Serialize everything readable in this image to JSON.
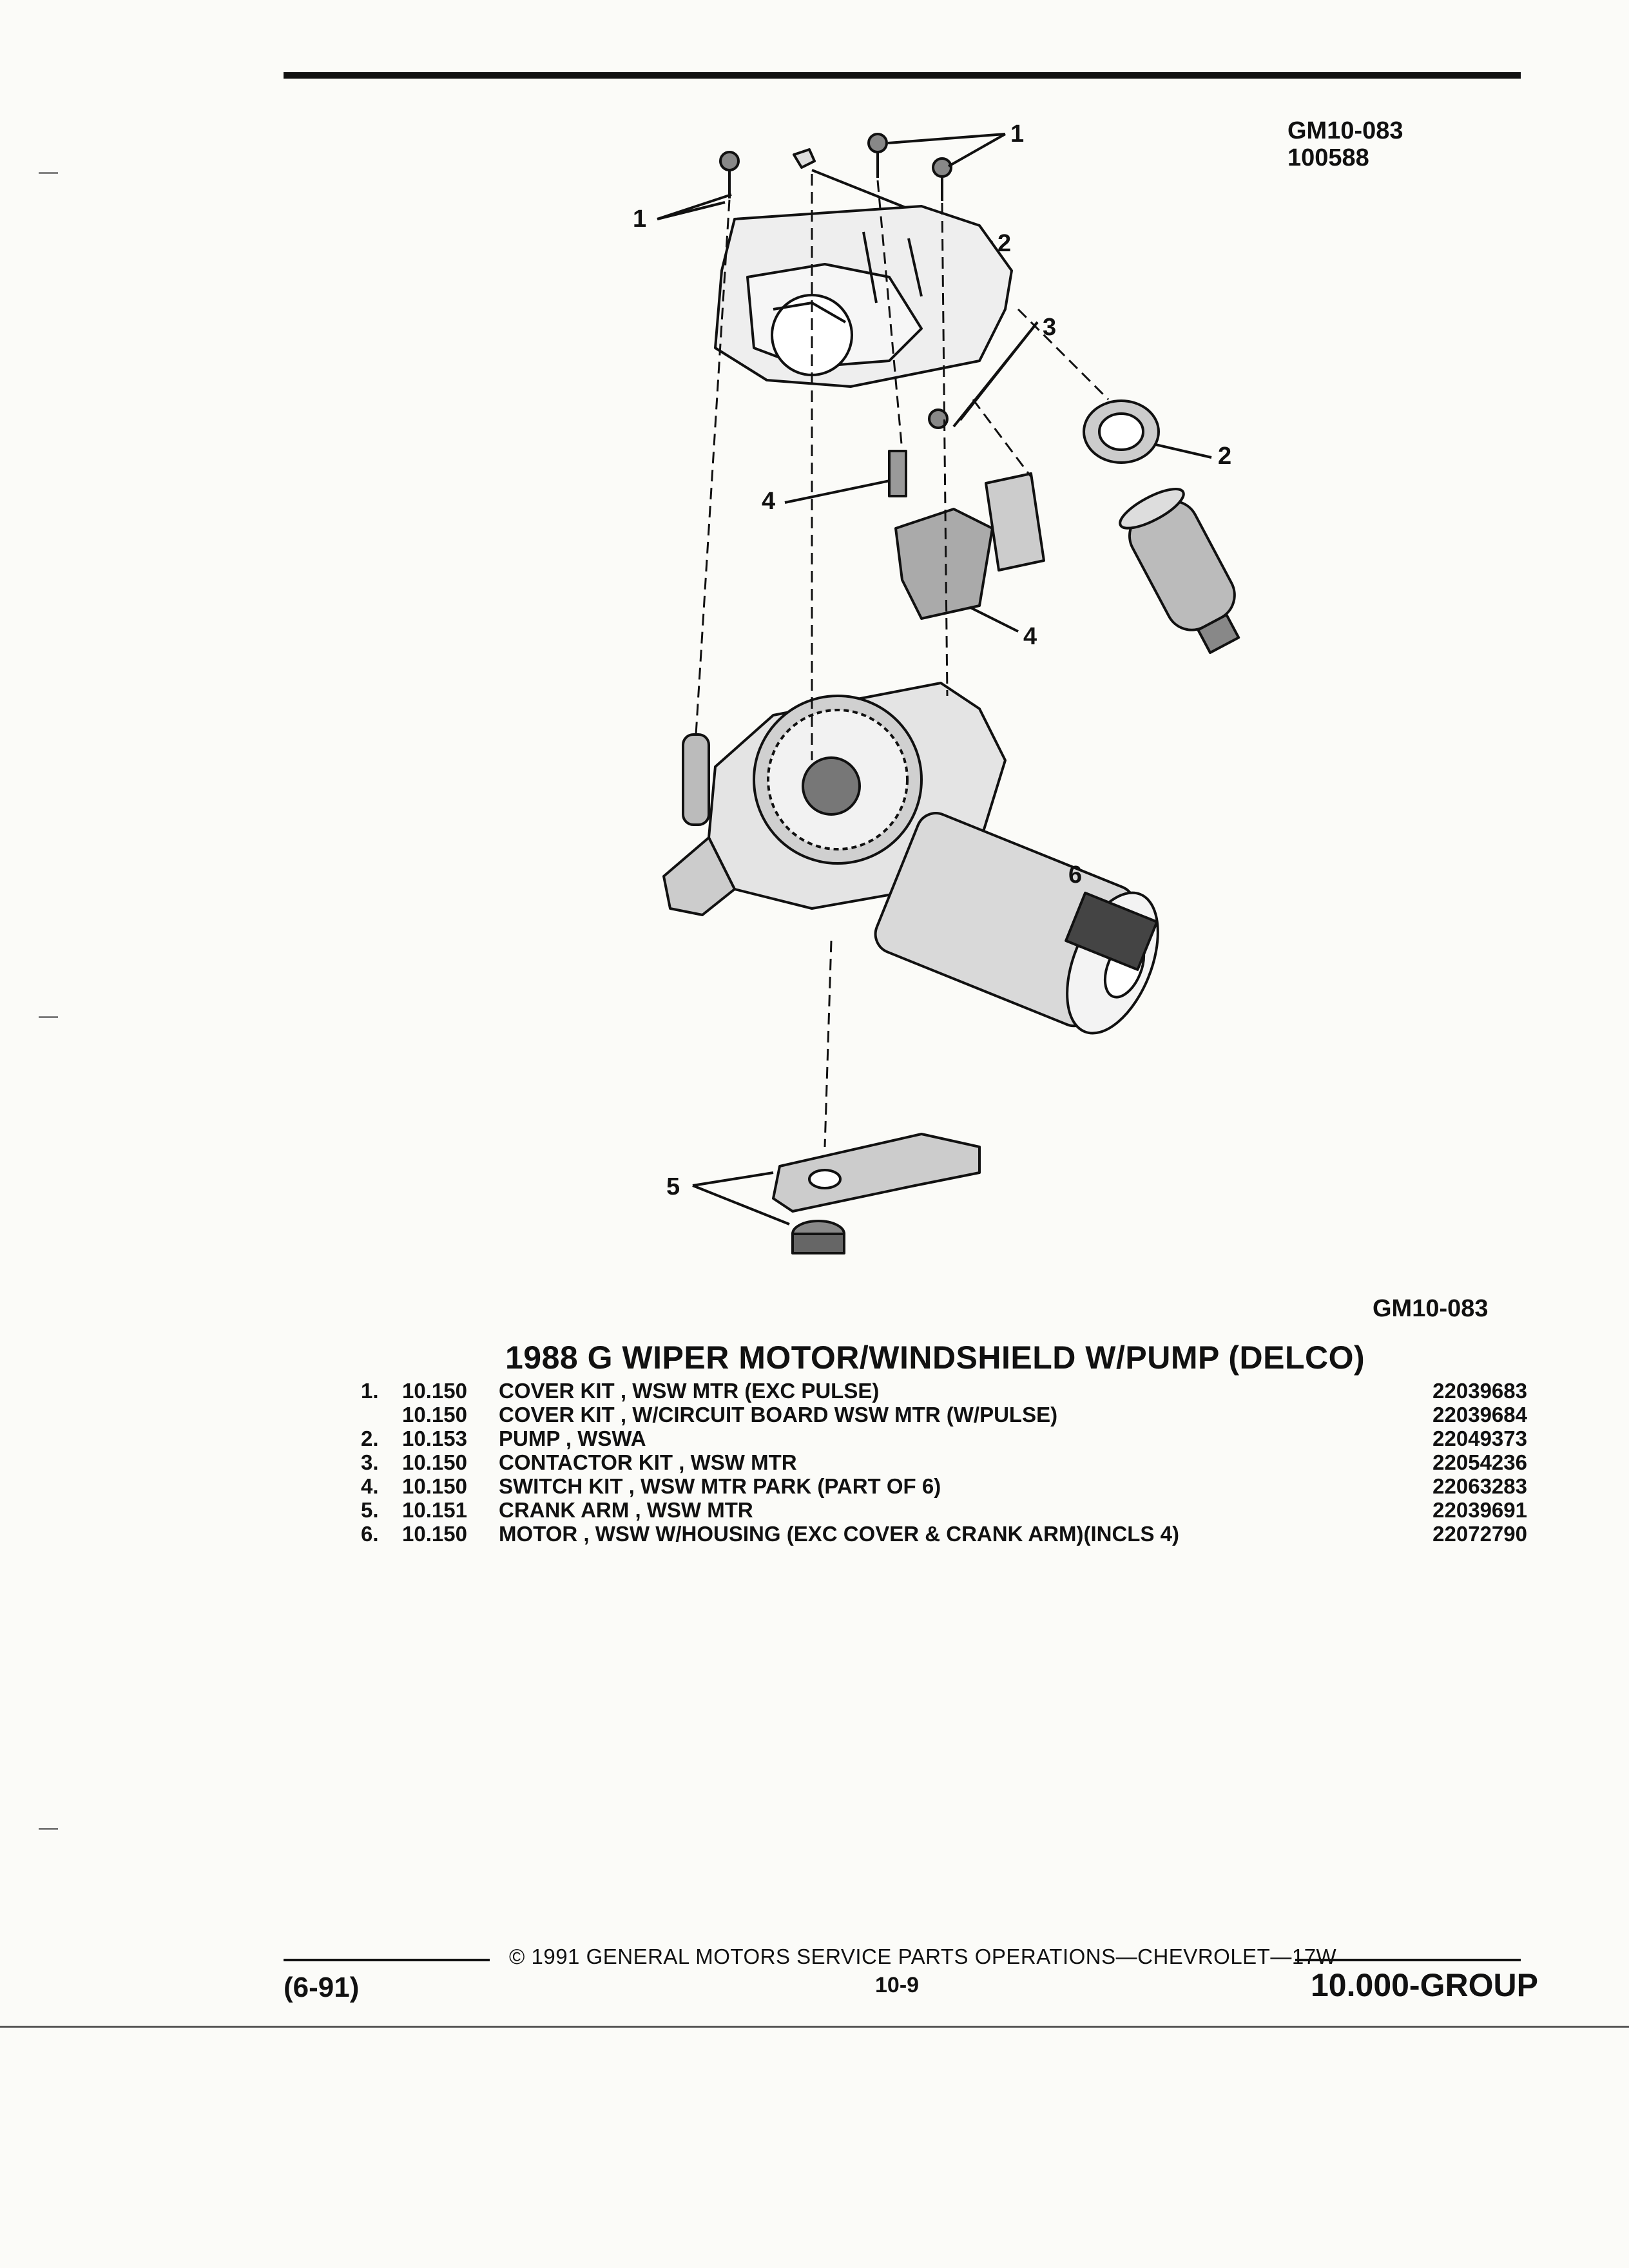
{
  "header": {
    "ref_code": "GM10-083",
    "ref_date": "100588"
  },
  "diagram": {
    "figure_id": "GM10-083",
    "callouts": [
      "1",
      "1",
      "2",
      "3",
      "2",
      "4",
      "4",
      "6",
      "5"
    ]
  },
  "parts_list": {
    "title": "1988 G WIPER MOTOR/WINDSHIELD W/PUMP (DELCO)",
    "rows": [
      {
        "num": "1.",
        "group": "10.150",
        "name": "COVER KIT",
        "detail": ", WSW MTR (EXC PULSE)",
        "part_number": "22039683"
      },
      {
        "num": "",
        "group": "10.150",
        "name": "COVER KIT",
        "detail": ", W/CIRCUIT BOARD WSW MTR (W/PULSE)",
        "part_number": "22039684"
      },
      {
        "num": "2.",
        "group": "10.153",
        "name": "PUMP",
        "detail": ", WSWA",
        "part_number": "22049373"
      },
      {
        "num": "3.",
        "group": "10.150",
        "name": "CONTACTOR KIT",
        "detail": ", WSW MTR",
        "part_number": "22054236"
      },
      {
        "num": "4.",
        "group": "10.150",
        "name": "SWITCH KIT",
        "detail": ", WSW MTR PARK (PART OF 6)",
        "part_number": "22063283"
      },
      {
        "num": "5.",
        "group": "10.151",
        "name": "CRANK ARM",
        "detail": ", WSW MTR",
        "part_number": "22039691"
      },
      {
        "num": "6.",
        "group": "10.150",
        "name": "MOTOR",
        "detail": ", WSW W/HOUSING (EXC COVER & CRANK ARM)(INCLS 4)",
        "part_number": "22072790"
      }
    ]
  },
  "footer": {
    "copyright": "© 1991 GENERAL MOTORS SERVICE PARTS OPERATIONS—CHEVROLET—17W",
    "date": "(6-91)",
    "page": "10-9",
    "group": "10.000-GROUP"
  }
}
